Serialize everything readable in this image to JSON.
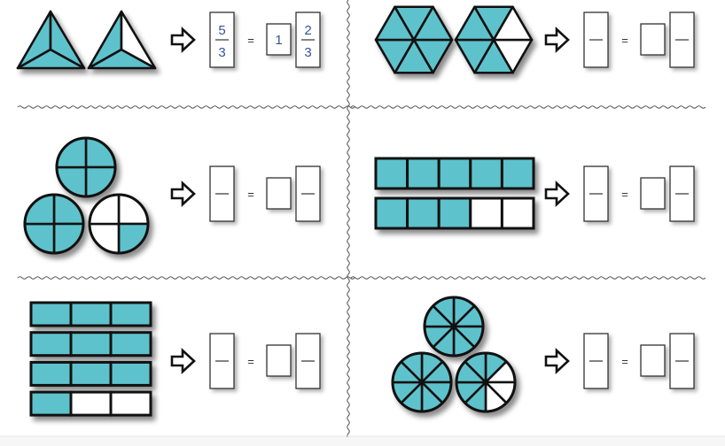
{
  "colors": {
    "shade": "#5ec2cc",
    "outline": "#111111",
    "number": "#34539c",
    "divider": "#555555"
  },
  "equals_sign": "=",
  "problems": [
    {
      "id": "triangles",
      "figures": [
        {
          "type": "triangle",
          "parts": 3,
          "shaded": [
            0,
            1,
            2
          ]
        },
        {
          "type": "triangle",
          "parts": 3,
          "shaded": [
            0,
            1
          ]
        }
      ],
      "answer": {
        "improper_numerator": "5",
        "improper_denominator": "3",
        "whole": "1",
        "numerator": "2",
        "denominator": "3"
      }
    },
    {
      "id": "hexagons",
      "figures": [
        {
          "type": "hexagon",
          "parts": 6,
          "shaded": [
            0,
            1,
            2,
            3,
            4,
            5
          ]
        },
        {
          "type": "hexagon",
          "parts": 6,
          "shaded": [
            1,
            2,
            3,
            4
          ]
        }
      ],
      "answer": {
        "improper_numerator": "",
        "improper_denominator": "",
        "whole": "",
        "numerator": "",
        "denominator": ""
      }
    },
    {
      "id": "quarter-circles",
      "figures": [
        {
          "type": "circle",
          "parts": 4,
          "shaded": [
            0,
            1,
            2,
            3
          ]
        },
        {
          "type": "circle",
          "parts": 4,
          "shaded": [
            0,
            1,
            2,
            3
          ]
        },
        {
          "type": "circle",
          "parts": 4,
          "shaded": [
            1
          ]
        }
      ],
      "answer": {
        "improper_numerator": "",
        "improper_denominator": "",
        "whole": "",
        "numerator": "",
        "denominator": ""
      }
    },
    {
      "id": "fifth-bars",
      "figures": [
        {
          "type": "bar",
          "parts": 5,
          "shaded": 5
        },
        {
          "type": "bar",
          "parts": 5,
          "shaded": 3
        }
      ],
      "answer": {
        "improper_numerator": "",
        "improper_denominator": "",
        "whole": "",
        "numerator": "",
        "denominator": ""
      }
    },
    {
      "id": "third-bars",
      "figures": [
        {
          "type": "bar",
          "parts": 3,
          "shaded": 3
        },
        {
          "type": "bar",
          "parts": 3,
          "shaded": 3
        },
        {
          "type": "bar",
          "parts": 3,
          "shaded": 3
        },
        {
          "type": "bar",
          "parts": 3,
          "shaded": 1
        }
      ],
      "answer": {
        "improper_numerator": "",
        "improper_denominator": "",
        "whole": "",
        "numerator": "",
        "denominator": ""
      }
    },
    {
      "id": "eighth-circles",
      "figures": [
        {
          "type": "circle",
          "parts": 8,
          "shaded": [
            0,
            1,
            2,
            3,
            4,
            5,
            6,
            7
          ]
        },
        {
          "type": "circle",
          "parts": 8,
          "shaded": [
            0,
            1,
            2,
            3,
            4,
            5,
            6,
            7
          ]
        },
        {
          "type": "circle",
          "parts": 8,
          "shaded": [
            0,
            4,
            5,
            6,
            7
          ]
        }
      ],
      "answer": {
        "improper_numerator": "",
        "improper_denominator": "",
        "whole": "",
        "numerator": "",
        "denominator": ""
      }
    }
  ]
}
